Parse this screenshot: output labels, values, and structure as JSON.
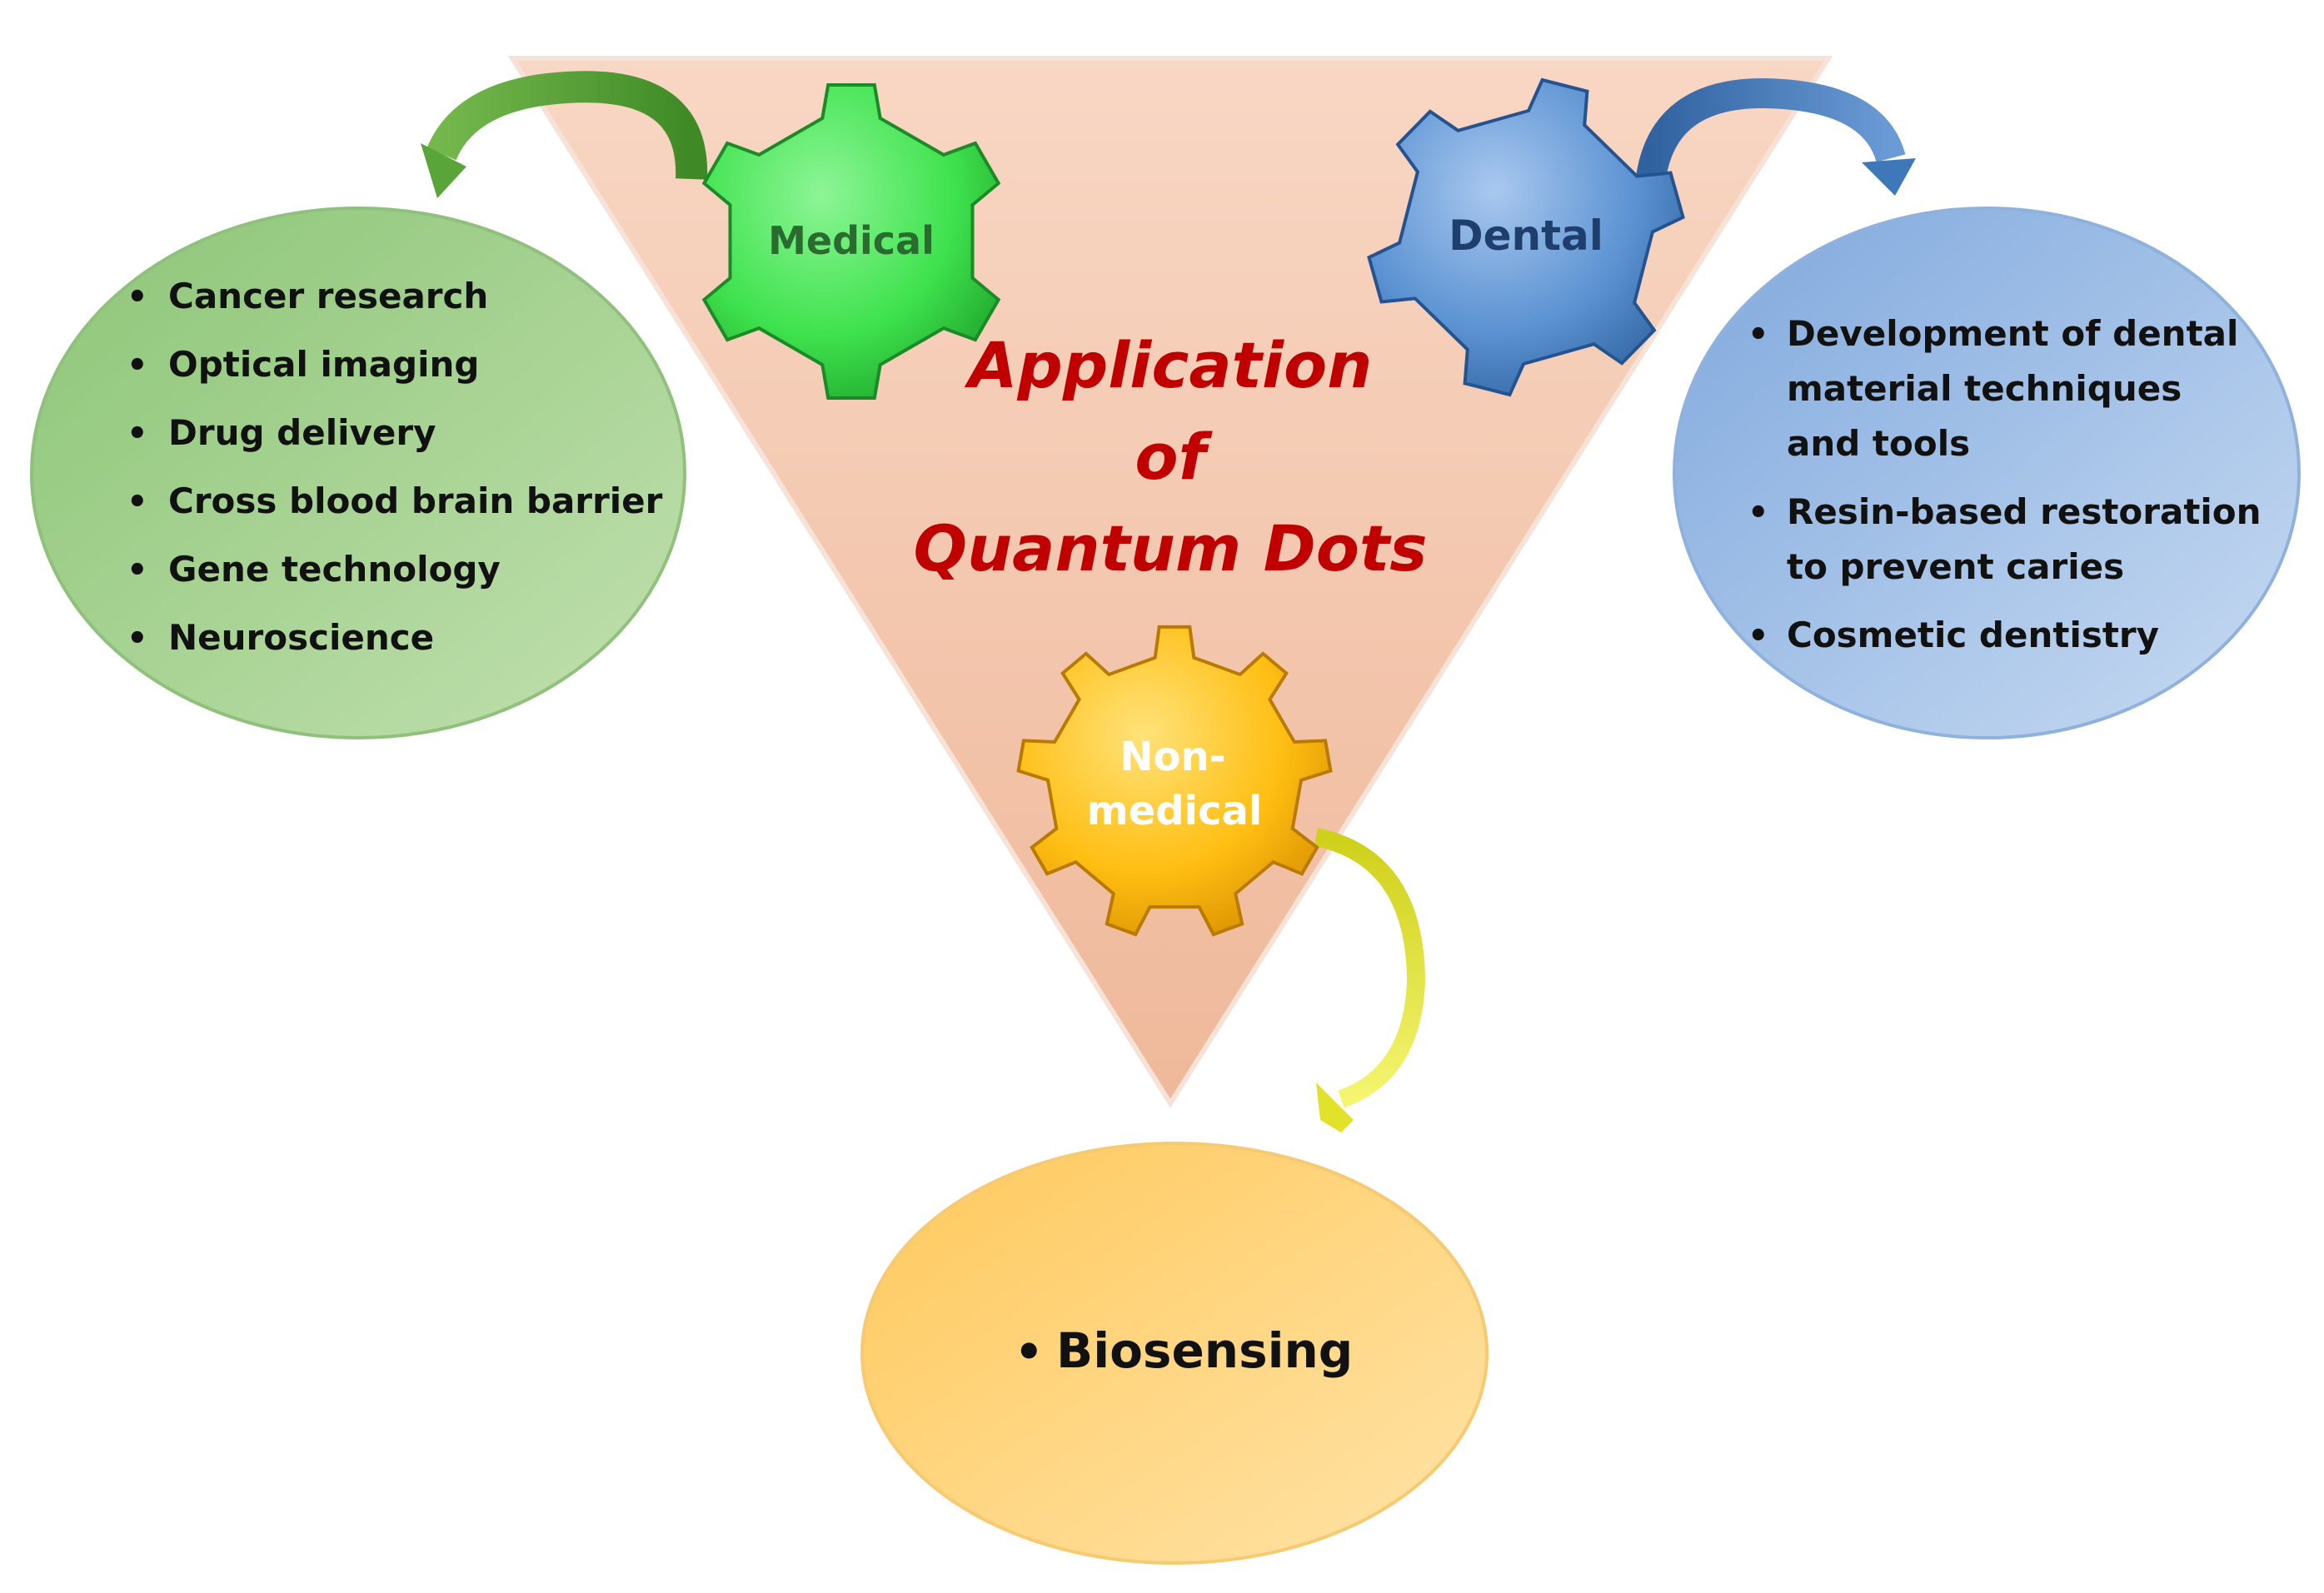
{
  "title": {
    "line1": "Application",
    "line2": "of",
    "line3": "Quantum Dots"
  },
  "gears": {
    "medical": {
      "label": "Medical"
    },
    "dental": {
      "label": "Dental"
    },
    "nonmedical": {
      "label_line1": "Non-",
      "label_line2": "medical"
    }
  },
  "medical_box": {
    "items": [
      "Cancer research",
      "Optical imaging",
      "Drug delivery",
      "Cross blood brain barrier",
      "Gene technology",
      "Neuroscience"
    ]
  },
  "dental_box": {
    "items": [
      {
        "lines": [
          "Development of dental",
          "material techniques",
          "and tools"
        ]
      },
      {
        "lines": [
          "Resin-based restoration",
          "to prevent caries"
        ]
      },
      {
        "lines": [
          "Cosmetic dentistry"
        ]
      }
    ]
  },
  "nonmedical_box": {
    "items": [
      "Biosensing"
    ]
  },
  "colors": {
    "triangle": "#f3c3a8",
    "medical_gear": "#3fe24e",
    "medical_box": "#9ccc8a",
    "medical_arrow": "#5aa53a",
    "dental_gear": "#5b92d2",
    "dental_box": "#9dbde6",
    "dental_arrow": "#3f78b8",
    "nonmedical_gear": "#ffbe12",
    "nonmedical_box": "#ffd27a",
    "nonmedical_arrow": "#e2e22a",
    "title": "#c00000"
  }
}
